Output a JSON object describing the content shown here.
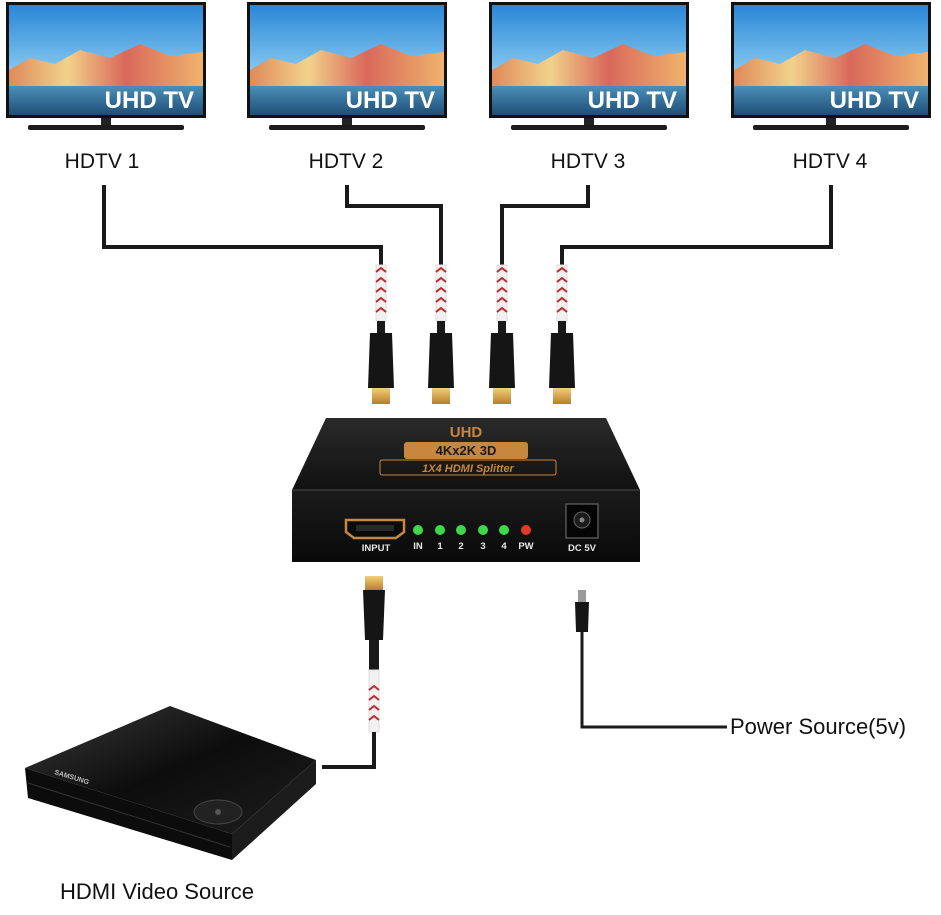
{
  "tvs": [
    {
      "label": "HDTV 1",
      "screen_text": "UHD TV"
    },
    {
      "label": "HDTV 2",
      "screen_text": "UHD TV"
    },
    {
      "label": "HDTV 3",
      "screen_text": "UHD TV"
    },
    {
      "label": "HDTV 4",
      "screen_text": "UHD TV"
    }
  ],
  "splitter": {
    "title": "UHD",
    "resolution": "4Kx2K 3D",
    "model": "1X4 HDMI Splitter",
    "input_label": "INPUT",
    "power_port_label": "DC 5V",
    "leds": [
      {
        "label": "IN",
        "color": "#3fd84a"
      },
      {
        "label": "1",
        "color": "#3fd84a"
      },
      {
        "label": "2",
        "color": "#3fd84a"
      },
      {
        "label": "3",
        "color": "#3fd84a"
      },
      {
        "label": "4",
        "color": "#3fd84a"
      },
      {
        "label": "PW",
        "color": "#e23a2a"
      }
    ]
  },
  "source": {
    "label": "HDMI Video Source",
    "brand": "SAMSUNG"
  },
  "power": {
    "label": "Power Source(5v)"
  },
  "colors": {
    "cable": "#1a1a1a",
    "braid_red": "#c0282a",
    "accent_gold": "#c8873f",
    "connector_tip": "#d9a441"
  }
}
